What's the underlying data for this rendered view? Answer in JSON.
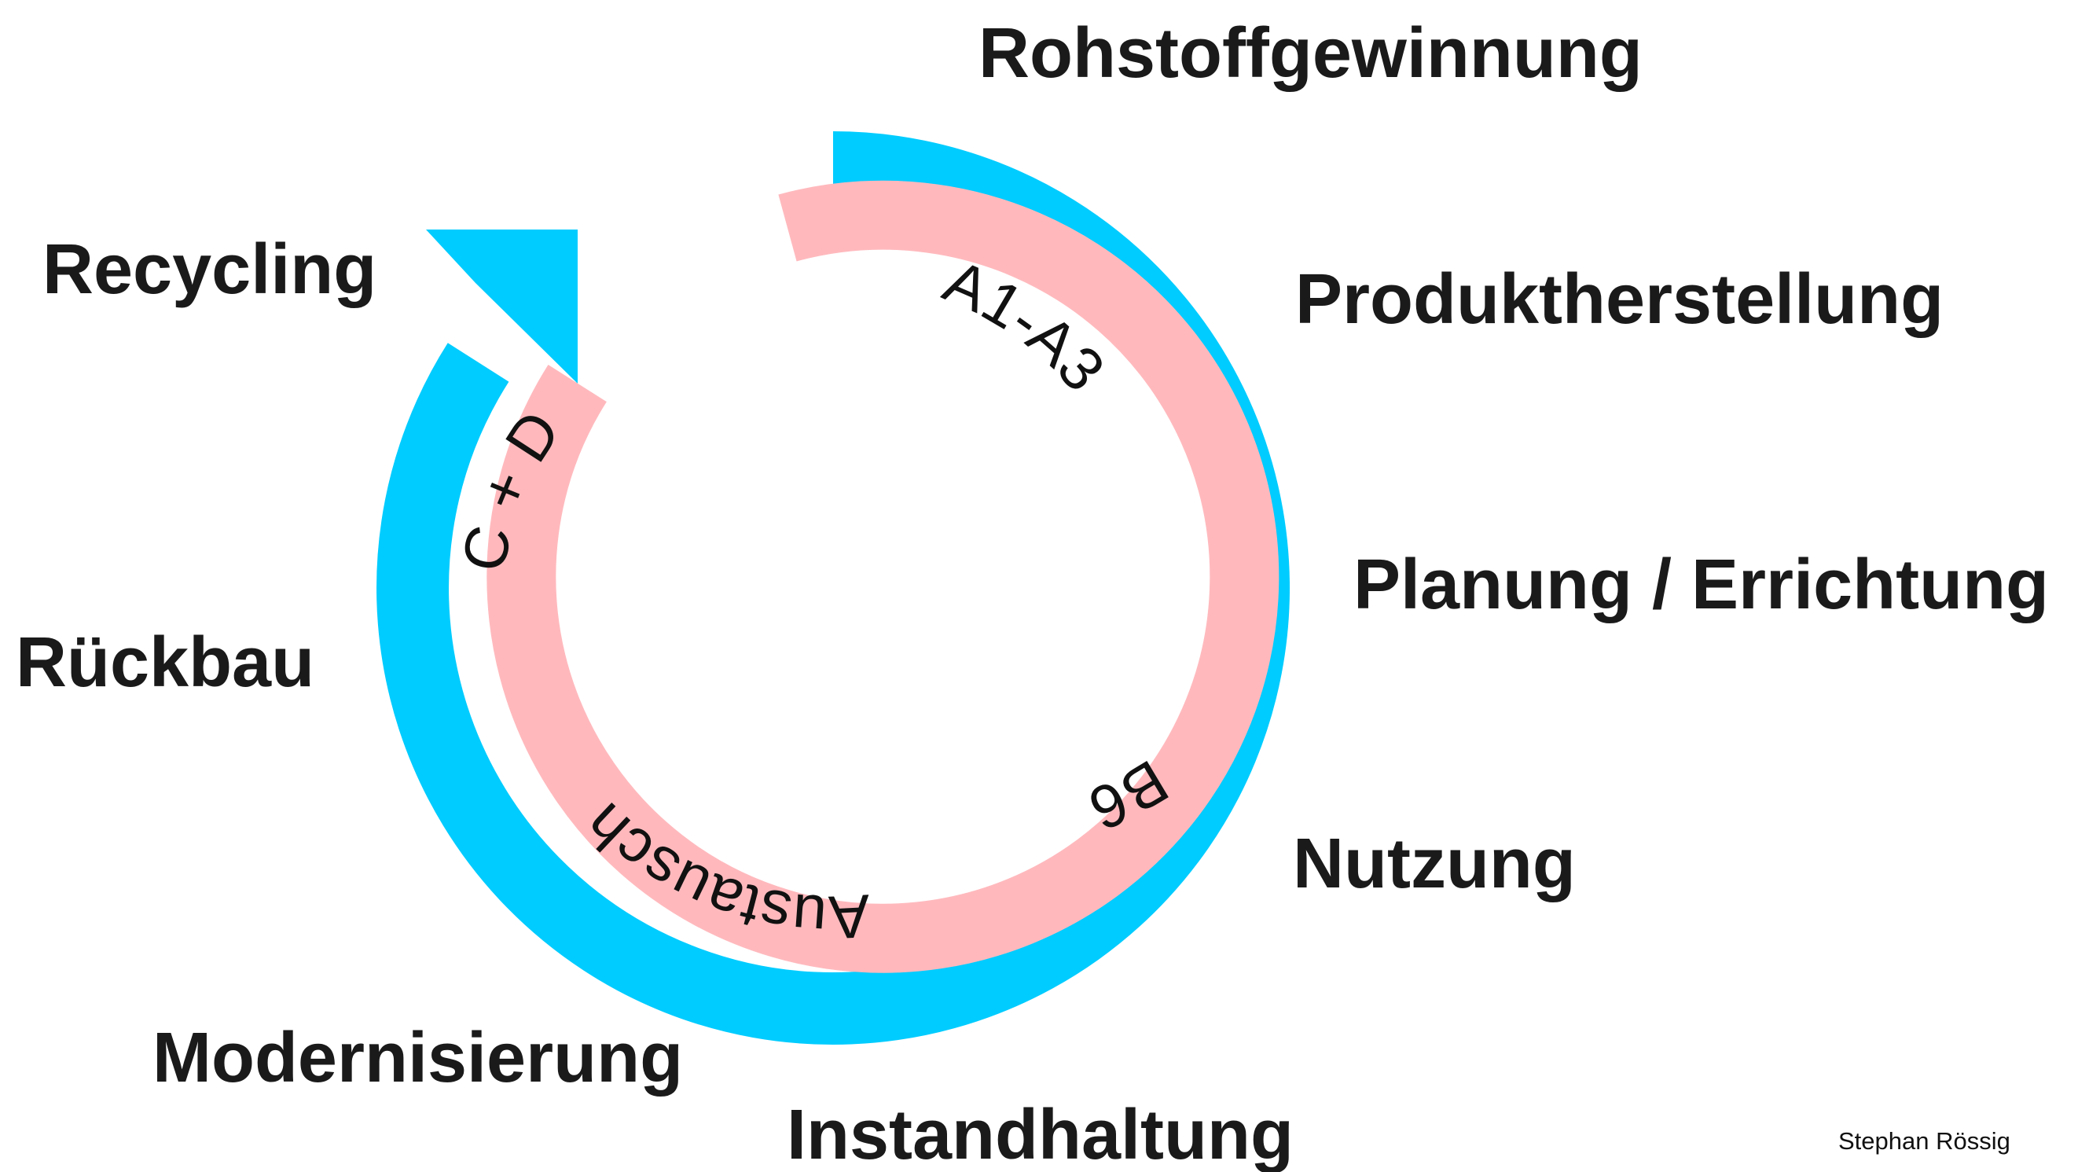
{
  "colors": {
    "outer_ring": "#00CCFF",
    "inner_ring": "#FFB9BD",
    "text": "#1a1a1a",
    "background": "#FFFFFF"
  },
  "phases": {
    "rohstoffgewinnung": "Rohstoffgewinnung",
    "produktherstellung": "Produktherstellung",
    "planung_errichtung": "Planung / Errichtung",
    "nutzung": "Nutzung",
    "instandhaltung": "Instandhaltung",
    "modernisierung": "Modernisierung",
    "rueckbau": "Rückbau",
    "recycling": "Recycling"
  },
  "modules": {
    "a1_a3": "A1-A3",
    "b6": "B6",
    "austausch": "Austausch",
    "c_d": "C + D"
  },
  "credit": "Stephan Rössig"
}
